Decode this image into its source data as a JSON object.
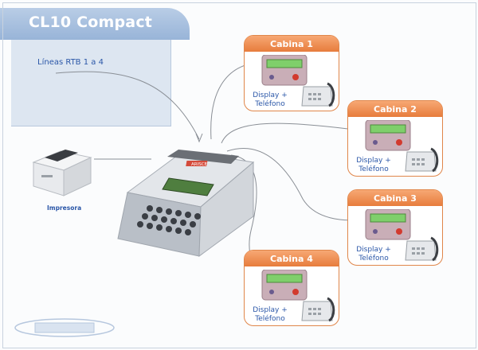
{
  "title": "CL10 Compact",
  "line_label": "Líneas RTB 1 a 4",
  "printer_label": "Impresora",
  "console_brand": "ARISCE",
  "cabins": [
    {
      "name": "Cabina 1",
      "device_line1": "Display +",
      "device_line2": "Teléfono"
    },
    {
      "name": "Cabina 2",
      "device_line1": "Display +",
      "device_line2": "Teléfono"
    },
    {
      "name": "Cabina 3",
      "device_line1": "Display +",
      "device_line2": "Teléfono"
    },
    {
      "name": "Cabina 4",
      "device_line1": "Display +",
      "device_line2": "Teléfono"
    }
  ],
  "colors": {
    "title_tab": "#a9c1e0",
    "cabin_header": "#ec8746",
    "label_text": "#2b57a8",
    "device_body": "#c9aeb7",
    "lcd_screen": "#7fcf6b"
  }
}
